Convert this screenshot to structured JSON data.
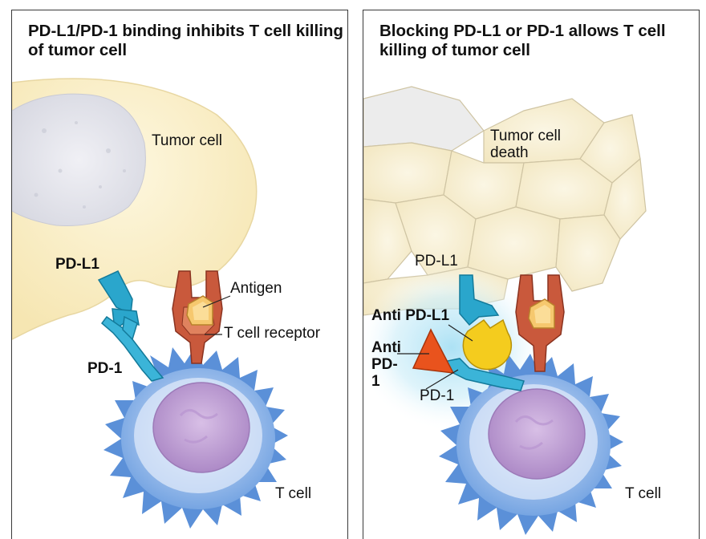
{
  "left_panel": {
    "title": "PD-L1/PD-1 binding inhibits T cell killing of tumor cell",
    "labels": {
      "tumor_cell": "Tumor cell",
      "pd_l1": "PD-L1",
      "antigen": "Antigen",
      "t_cell_receptor": "T cell receptor",
      "pd_1": "PD-1",
      "t_cell": "T cell"
    }
  },
  "right_panel": {
    "title": "Blocking PD-L1 or PD-1 allows T cell killing of tumor cell",
    "labels": {
      "tumor_cell_death": "Tumor cell death",
      "pd_l1": "PD-L1",
      "anti_pd_l1": "Anti PD-L1",
      "anti_pd_1": "Anti PD-1",
      "pd_1": "PD-1",
      "t_cell": "T cell"
    }
  },
  "colors": {
    "tumor_cytoplasm": "#faf1cf",
    "tumor_nucleus": "#e3e3ea",
    "pd_receptor": "#2aa6cc",
    "tcr": "#c9593c",
    "antigen": "#f6c86e",
    "anti_pd_l1": "#f4cc1e",
    "anti_pd_1": "#e9531d",
    "t_cell": "#7fb0ea",
    "t_cell_nucleus": "#c7a6d8",
    "glow": "#a8e0f4"
  }
}
